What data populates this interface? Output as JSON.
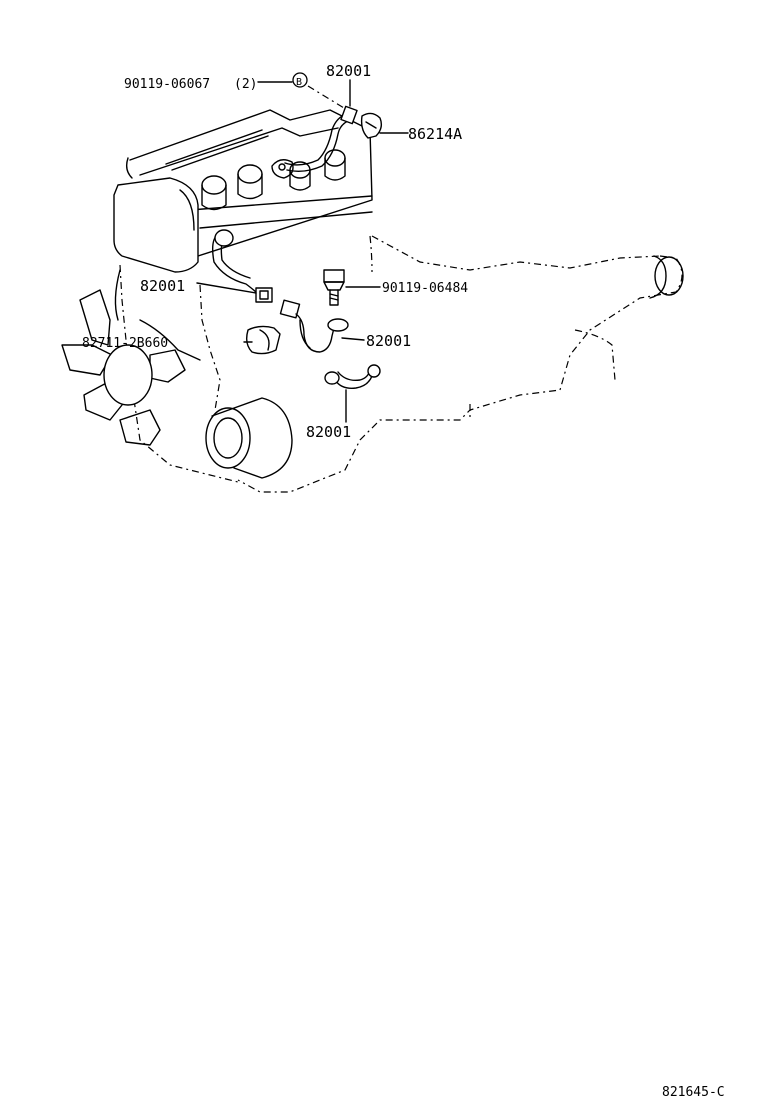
{
  "callouts": {
    "bolt_top": "90119-06067",
    "bolt_top_qty": "(2)",
    "bolt_top_marker": "B",
    "sensor_top": "82001",
    "connector_right": "86214A",
    "wire_left": "82001",
    "bolt_right": "90119-06484",
    "clamp_left": "82711-2B660",
    "wire_mid": "82001",
    "wire_bottom": "82001"
  },
  "figure_code": "821645-C"
}
